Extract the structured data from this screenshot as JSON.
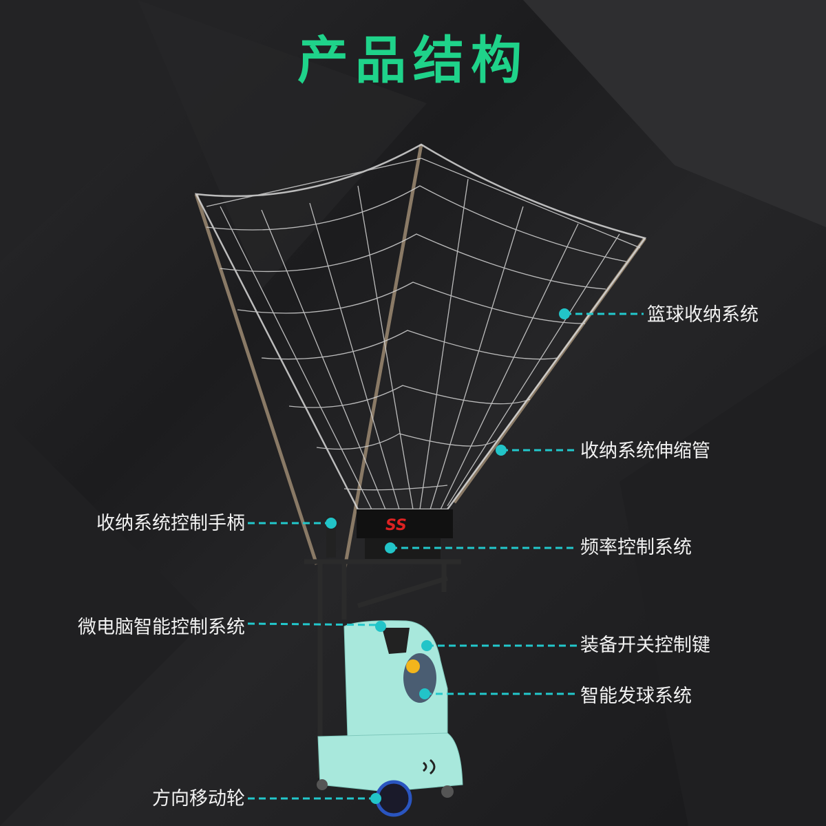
{
  "title": "产品结构",
  "colors": {
    "title": "#1fd38a",
    "callout": "#22c8cc",
    "machine": "#a8e8dc"
  },
  "callouts": {
    "basket_storage": "篮球收纳系统",
    "telescopic_tube": "收纳系统伸缩管",
    "control_handle": "收纳系统控制手柄",
    "frequency_control": "频率控制系统",
    "microcomputer_control": "微电脑智能控制系统",
    "power_switch": "装备开关控制键",
    "ball_launch": "智能发球系统",
    "wheels": "方向移动轮"
  }
}
